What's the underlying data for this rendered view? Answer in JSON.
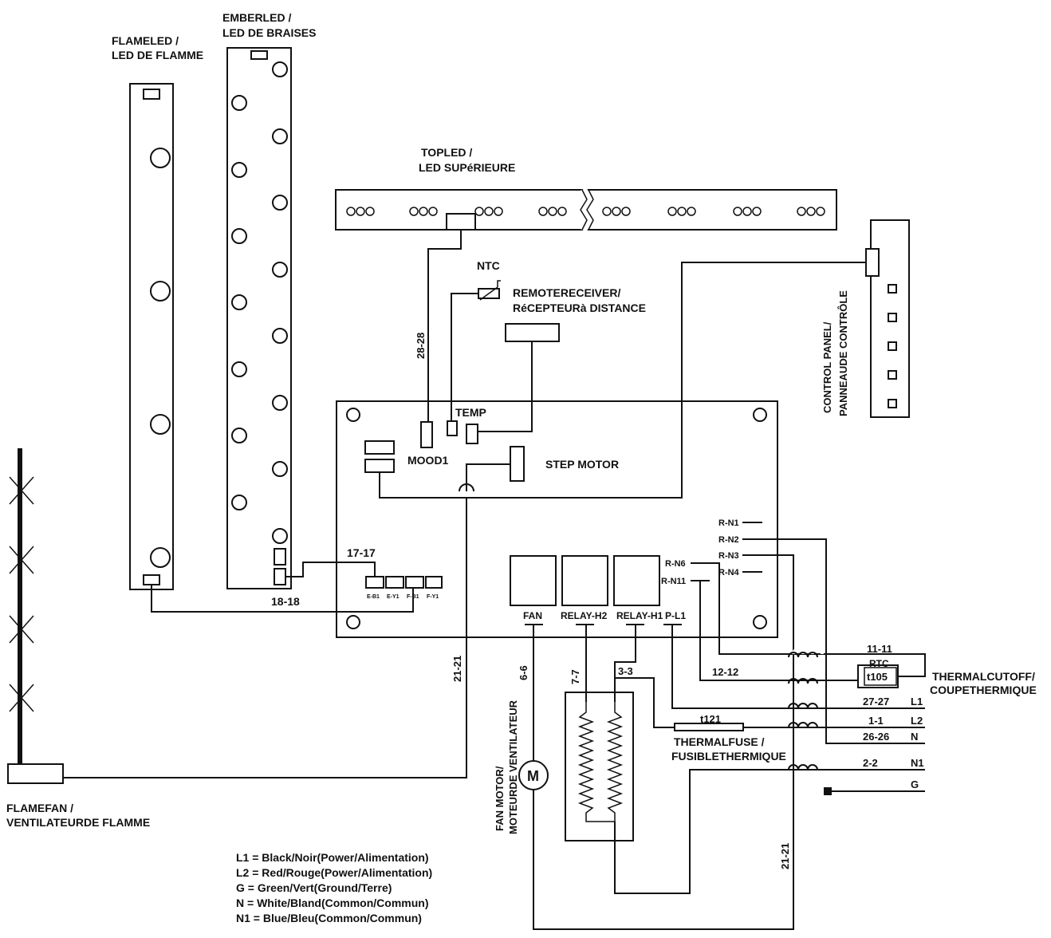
{
  "components": {
    "flame_led": [
      "FLAMELED /",
      "LED DE FLAMME"
    ],
    "ember_led": [
      "EMBERLED /",
      "LED DE BRAISES"
    ],
    "top_led": [
      "TOPLED /",
      "LED SUPéRIEURE"
    ],
    "ntc": "NTC",
    "remote_receiver": [
      "REMOTERECEIVER/",
      "RéCEPTEURà DISTANCE"
    ],
    "control_panel": [
      "CONTROL PANEL/",
      "PANNEAUDE CONTRÔLE"
    ],
    "flame_fan": [
      "FLAMEFAN /",
      "VENTILATEURDE FLAMME"
    ],
    "fan_motor": [
      "FAN MOTOR/",
      "MOTEURDE VENTILATEUR"
    ],
    "fan_motor_symbol": "M",
    "thermal_cutoff": [
      "THERMALCUTOFF/",
      "COUPETHERMIQUE"
    ],
    "thermal_fuse": [
      "THERMALFUSE /",
      "FUSIBLETHERMIQUE"
    ]
  },
  "board": {
    "temp": "TEMP",
    "mood": "MOOD1",
    "step_motor": "STEP MOTOR",
    "connectors": [
      "E-B1",
      "E-Y1",
      "F-B1",
      "F-Y1"
    ],
    "relays": [
      "FAN",
      "RELAY-H2",
      "RELAY-H1",
      "P-L1"
    ],
    "terminals_right": [
      "R-N1",
      "R-N2",
      "R-N3",
      "R-N4"
    ],
    "terminals_left": [
      "R-N6",
      "R-N11"
    ]
  },
  "wires": {
    "w28": "28-28",
    "w17": "17-17",
    "w18": "18-18",
    "w21a": "21-21",
    "w21b": "21-21",
    "w6": "6-6",
    "w7": "7-7",
    "w3": "3-3",
    "w11": "11-11",
    "w12": "12-12",
    "w27": "27-27",
    "w1": "1-1",
    "w26": "26-26",
    "w2": "2-2"
  },
  "ratings": {
    "cutoff_a": "RTC",
    "cutoff_b": "t105",
    "fuse": "t121"
  },
  "lines": {
    "l1": "L1",
    "l2": "L2",
    "n": "N",
    "n1": "N1",
    "g": "G"
  },
  "legend": [
    "L1 = Black/Noir(Power/Alimentation)",
    "L2 = Red/Rouge(Power/Alimentation)",
    "G = Green/Vert(Ground/Terre)",
    "N = White/Bland(Common/Commun)",
    "N1 = Blue/Bleu(Common/Commun)"
  ]
}
